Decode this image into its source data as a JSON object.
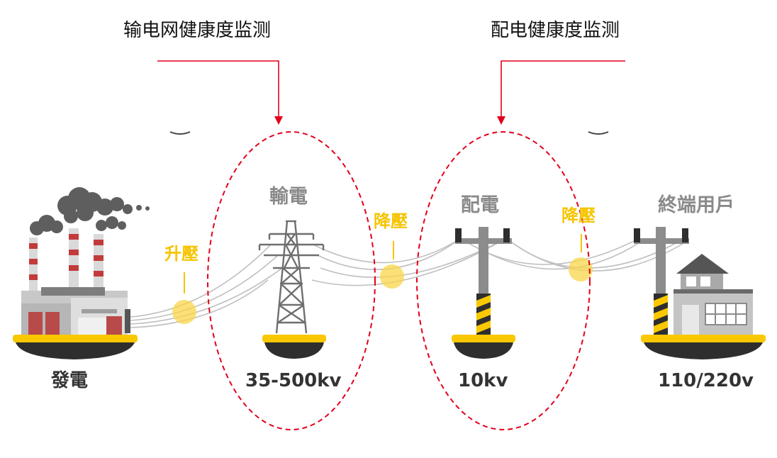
{
  "annotations": {
    "transmission_monitoring": "输电网健康度监测",
    "distribution_monitoring": "配电健康度监测"
  },
  "stages": {
    "generation": {
      "label": "發電"
    },
    "transmission": {
      "label": "輸電",
      "voltage": "35-500kv"
    },
    "distribution": {
      "label": "配電",
      "voltage": "10kv"
    },
    "end_user": {
      "label": "終端用戶",
      "voltage": "110/220v"
    }
  },
  "transformers": {
    "step_up": "升壓",
    "step_down_1": "降壓",
    "step_down_2": "降壓"
  },
  "colors": {
    "annotation_red": "#e3001b",
    "transformer_yellow": "#f6c400",
    "base_yellow": "#f9c800",
    "base_dark": "#2e2e2e",
    "structure_gray": "#8c8c8c",
    "label_gray": "#8a8a8a"
  }
}
